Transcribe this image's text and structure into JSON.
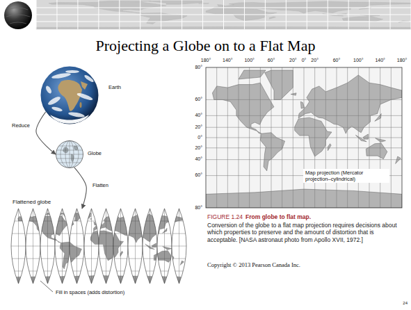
{
  "diagram": {
    "title": "Projecting a Globe on to a Flat Map",
    "caption": "Conversion of the globe to a flat map projection requires decisions about which properties to preserve and the amount of distortion that is acceptable. [NASA astronaut photo from Apollo XVII, 1972.]",
    "nodes": [
      {
        "text": [
          "Earth"
        ]
      },
      {
        "text": [
          "Globe"
        ]
      },
      {
        "text": [
          "Flattened globe"
        ]
      },
      {
        "text": [
          "Map projection (Mercator projection–cylindrical)"
        ]
      }
    ],
    "edges": [
      {
        "from": 0,
        "to": 1,
        "arrow": "to",
        "label": "Reduce"
      },
      {
        "from": 1,
        "to": 2,
        "arrow": "to",
        "label": "Flatten"
      }
    ],
    "labels": [
      "Fill in spaces (adds distortion)",
      "180°",
      "140°",
      "100°",
      "60°",
      "20°",
      "0°",
      "20°",
      "60°",
      "100°",
      "140°",
      "180°",
      "80°",
      "60°",
      "40°",
      "20°",
      "0°",
      "20°",
      "40°",
      "60°",
      "80°",
      "FIGURE 1.24",
      "From globe to flat map.",
      "Copyright © 2013 Pearson Canada Inc.",
      "24"
    ]
  }
}
